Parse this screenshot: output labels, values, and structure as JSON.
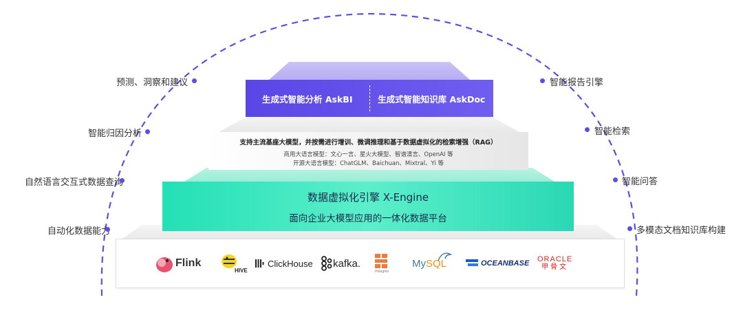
{
  "left_capabilities": [
    "预测、洞察和建议",
    "智能归因分析",
    "自然语言交互式数据查询",
    "自动化数据能力"
  ],
  "right_capabilities": [
    "智能报告引擎",
    "智能检索",
    "智能问答",
    "多模态文档知识库构建"
  ],
  "layer1": {
    "left": "生成式智能分析 AskBI",
    "right": "生成式智能知识库 AskDoc"
  },
  "layer2": {
    "title": "支持主流基座大模型，并按需进行增训、微调推理和基于数据虚拟化的检索增强（RAG）",
    "commercial": "商用大语言模型：文心一言、星火大模型、智谱清言、OpenAI 等",
    "opensource": "开源大语言模型：ChatGLM、Baichuan、Mixtral、Yi 等"
  },
  "layer3": {
    "title": "数据虚拟化引擎 X-Engine",
    "subtitle": "面向企业大模型应用的一体化数据平台"
  },
  "logos": {
    "flink": "Flink",
    "hive": "HIVE",
    "clickhouse": "ClickHouse",
    "kafka": "kafka.",
    "hologres": "Hologres",
    "mysql_a": "My",
    "mysql_b": "SQL",
    "oceanbase": "OCEANBASE",
    "oracle_en": "ORACLE",
    "oracle_cn": "甲骨文"
  },
  "colors": {
    "purple": "#5a46e6",
    "teal": "#23e0b5",
    "arc": "#5a4ee8"
  }
}
